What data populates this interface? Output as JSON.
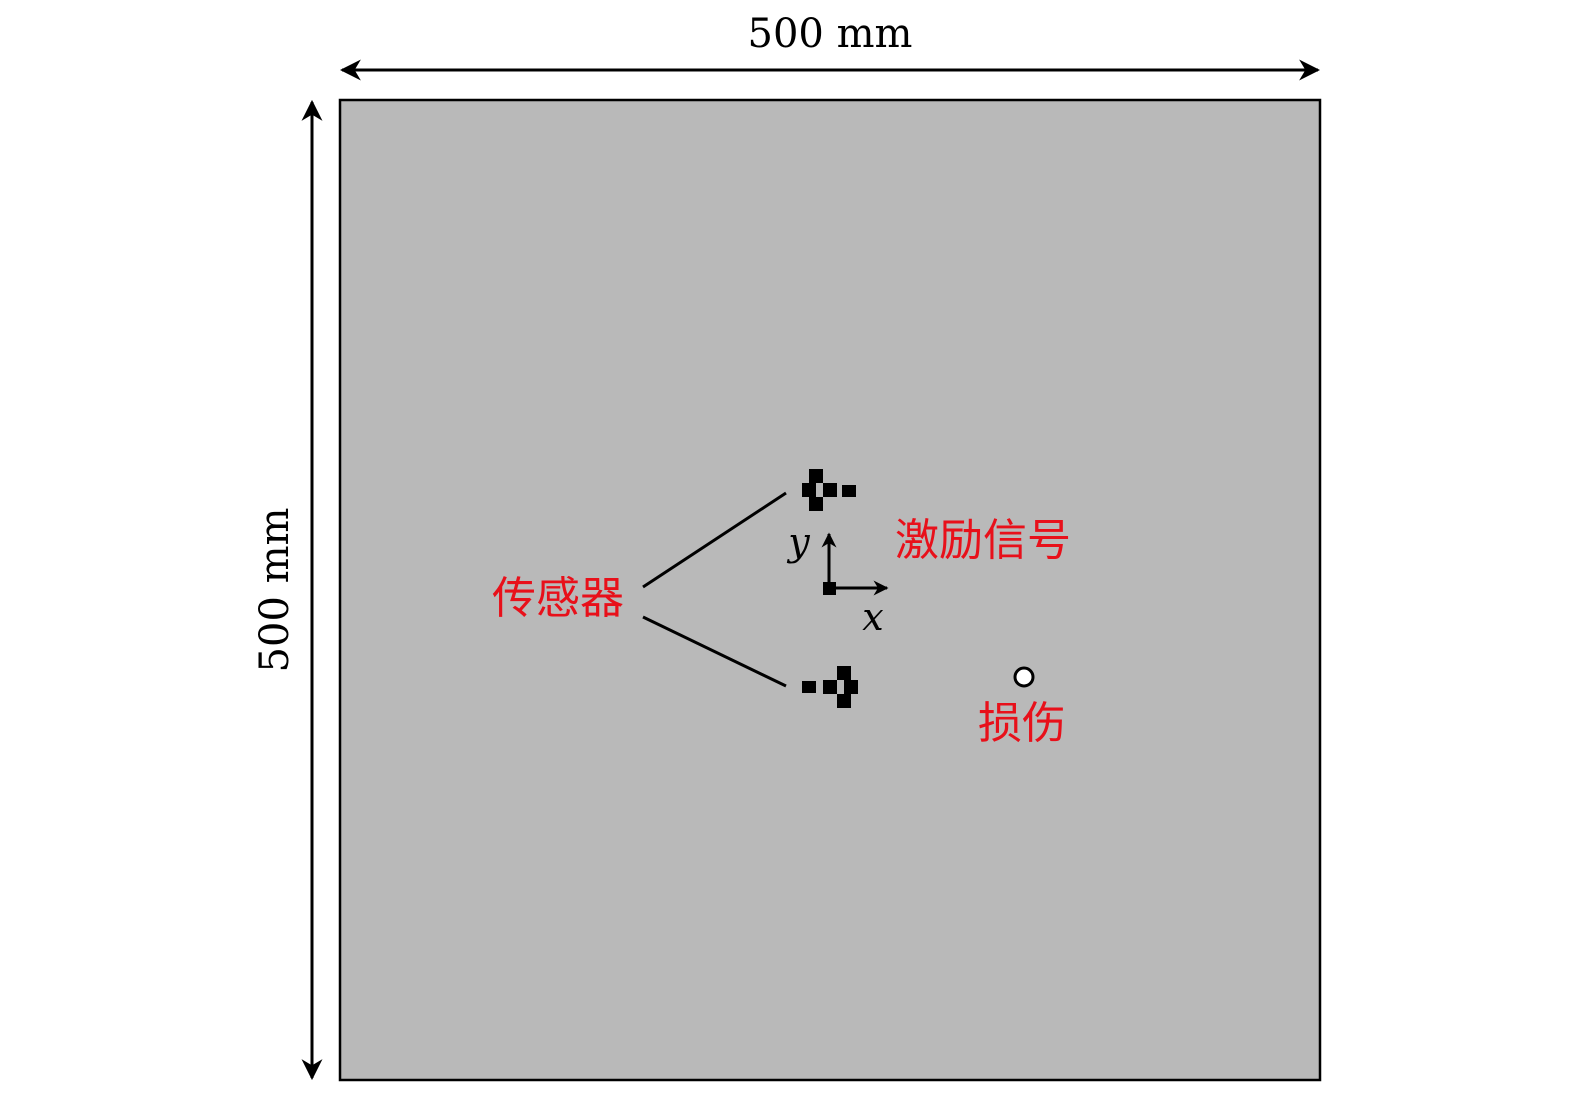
{
  "dimensions": {
    "width_label": "500 mm",
    "height_label": "500 mm"
  },
  "axes": {
    "x_label": "x",
    "y_label": "y"
  },
  "labels": {
    "sensor": "传感器",
    "excitation": "激励信号",
    "damage": "损伤"
  },
  "colors": {
    "plate_fill": "#b9b9b9",
    "plate_border": "#000000",
    "label_color": "#e8101a",
    "marker_color": "#000000"
  }
}
